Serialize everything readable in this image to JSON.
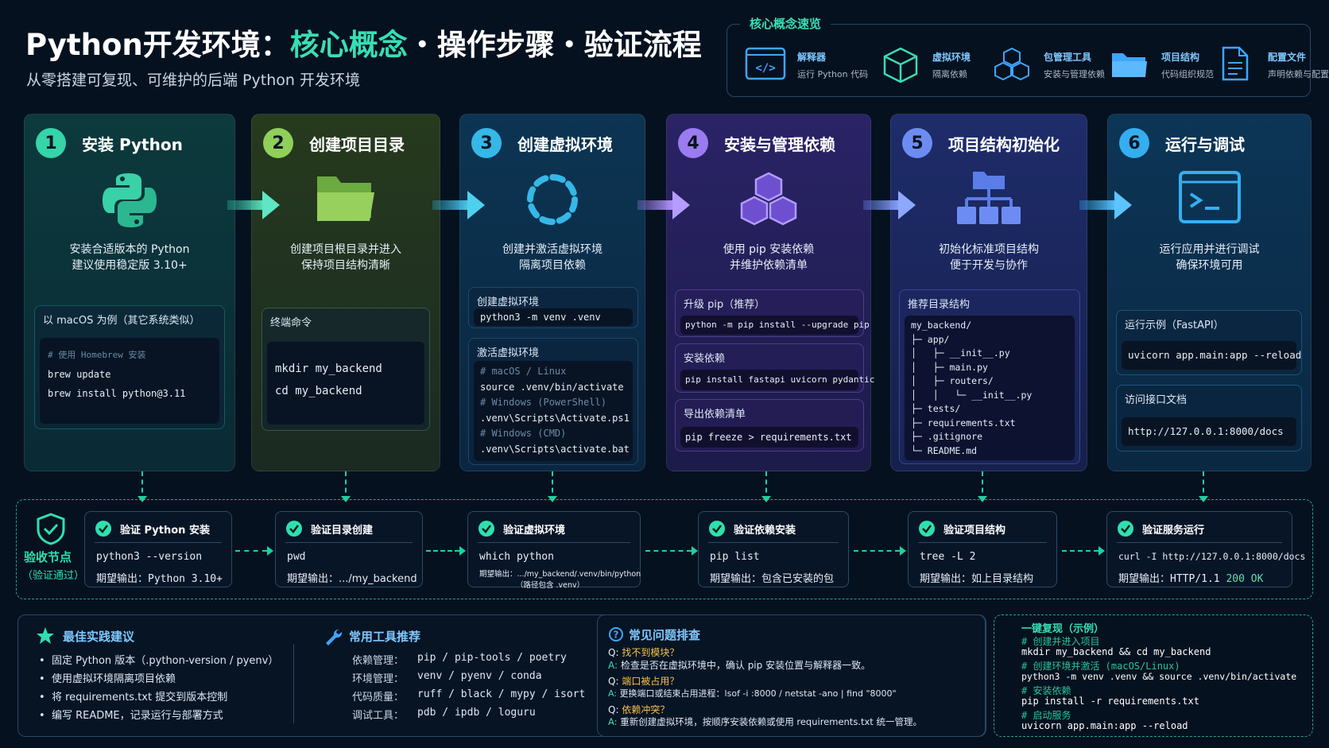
{
  "header": {
    "title_prefix": "Python开发环境：",
    "title_highlight": "核心概念",
    "title_suffix": "・操作步骤・验证流程",
    "subtitle": "从零搭建可复现、可维护的后端 Python 开发环境"
  },
  "concepts": {
    "title": "核心概念速览",
    "items": [
      {
        "name": "解释器",
        "desc": "运行 Python 代码",
        "icon": "code-window-icon"
      },
      {
        "name": "虚拟环境",
        "desc": "隔离依赖",
        "icon": "cube-icon"
      },
      {
        "name": "包管理工具",
        "desc": "安装与管理依赖",
        "icon": "package-cubes-icon"
      },
      {
        "name": "项目结构",
        "desc": "代码组织规范",
        "icon": "folder-icon"
      },
      {
        "name": "配置文件",
        "desc": "声明依赖与配置",
        "icon": "document-icon"
      }
    ]
  },
  "steps": [
    {
      "num": "1",
      "title": "安装 Python",
      "desc1": "安装合适版本的 Python",
      "desc2": "建议使用稳定版 3.10+",
      "color": "#35d4a9",
      "icon": "python-logo-icon",
      "box_title": "以 macOS 为例（其它系统类似）",
      "code": [
        "# 使用 Homebrew 安装",
        "brew update",
        "brew install python@3.11"
      ]
    },
    {
      "num": "2",
      "title": "创建项目目录",
      "desc1": "创建项目根目录并进入",
      "desc2": "保持项目结构清晰",
      "color": "#8fcf5a",
      "icon": "folder-open-icon",
      "box_title": "终端命令",
      "code": [
        "mkdir my_backend",
        "cd my_backend"
      ]
    },
    {
      "num": "3",
      "title": "创建虚拟环境",
      "desc1": "创建并激活虚拟环境",
      "desc2": "隔离项目依赖",
      "color": "#35b7e8",
      "icon": "loop-icon",
      "boxes": [
        {
          "title": "创建虚拟环境",
          "code": [
            "python3 -m venv .venv"
          ]
        },
        {
          "title": "激活虚拟环境",
          "code": [
            "# macOS / Linux",
            "source .venv/bin/activate",
            "# Windows (PowerShell)",
            ".venv\\Scripts\\Activate.ps1",
            "# Windows (CMD)",
            ".venv\\Scripts\\activate.bat"
          ]
        }
      ]
    },
    {
      "num": "4",
      "title": "安装与管理依赖",
      "desc1": "使用 pip 安装依赖",
      "desc2": "并维护依赖清单",
      "color": "#9b7bf0",
      "icon": "package-cubes-icon",
      "boxes": [
        {
          "title": "升级 pip（推荐）",
          "code": [
            "python -m pip install --upgrade pip"
          ]
        },
        {
          "title": "安装依赖",
          "code": [
            "pip install fastapi uvicorn pydantic"
          ]
        },
        {
          "title": "导出依赖清单",
          "code": [
            "pip freeze > requirements.txt"
          ]
        }
      ]
    },
    {
      "num": "5",
      "title": "项目结构初始化",
      "desc1": "初始化标准项目结构",
      "desc2": "便于开发与协作",
      "color": "#6d8cf3",
      "icon": "folder-tree-icon",
      "box_title": "推荐目录结构",
      "tree": [
        "my_backend/",
        "├─ app/",
        "│   ├─ __init__.py",
        "│   ├─ main.py",
        "│   ├─ routers/",
        "│   │   └─ __init__.py",
        "├─ tests/",
        "├─ requirements.txt",
        "├─ .gitignore",
        "└─ README.md"
      ]
    },
    {
      "num": "6",
      "title": "运行与调试",
      "desc1": "运行应用并进行调试",
      "desc2": "确保环境可用",
      "color": "#35aef0",
      "icon": "terminal-icon",
      "boxes": [
        {
          "title": "运行示例（FastAPI）",
          "code": [
            "uvicorn app.main:app --reload"
          ]
        },
        {
          "title": "访问接口文档",
          "code": [
            "http://127.0.0.1:8000/docs"
          ]
        }
      ]
    }
  ],
  "verify": {
    "label": "验收节点",
    "sub": "（验证通过）",
    "items": [
      {
        "title": "验证 Python 安装",
        "cmd": "python3 --version",
        "exp_label": "期望输出：",
        "exp": "Python 3.10+"
      },
      {
        "title": "验证目录创建",
        "cmd": "pwd",
        "exp_label": "期望输出：",
        "exp": ".../my_backend"
      },
      {
        "title": "验证虚拟环境",
        "cmd": "which python",
        "exp_label": "期望输出：",
        "exp": ".../my_backend/.venv/bin/python",
        "exp2": "（路径包含 .venv）"
      },
      {
        "title": "验证依赖安装",
        "cmd": "pip list",
        "exp_label": "期望输出：",
        "exp": "包含已安装的包"
      },
      {
        "title": "验证项目结构",
        "cmd": "tree -L 2",
        "exp_label": "期望输出：",
        "exp": "如上目录结构"
      },
      {
        "title": "验证服务运行",
        "cmd": "curl -I http://127.0.0.1:8000/docs",
        "exp_label": "期望输出：",
        "exp": "HTTP/1.1 ",
        "exp_ok": "200 OK"
      }
    ]
  },
  "best": {
    "title": "最佳实践建议",
    "items": [
      "固定 Python 版本（.python-version / pyenv）",
      "使用虚拟环境隔离项目依赖",
      "将 requirements.txt 提交到版本控制",
      "编写 README，记录运行与部署方式"
    ]
  },
  "tools": {
    "title": "常用工具推荐",
    "items": [
      {
        "k": "依赖管理：",
        "v": "pip / pip-tools / poetry"
      },
      {
        "k": "环境管理：",
        "v": "venv / pyenv / conda"
      },
      {
        "k": "代码质量：",
        "v": "ruff / black / mypy / isort"
      },
      {
        "k": "调试工具：",
        "v": "pdb / ipdb / loguru"
      }
    ]
  },
  "faq": {
    "title": "常见问题排查",
    "items": [
      {
        "q": "找不到模块？",
        "a": "检查是否在虚拟环境中，确认 pip 安装位置与解释器一致。"
      },
      {
        "q": "端口被占用？",
        "a": "更换端口或结束占用进程：lsof -i :8000 / netstat -ano | find \"8000\""
      },
      {
        "q": "依赖冲突？",
        "a": "重新创建虚拟环境，按顺序安装依赖或使用 requirements.txt 统一管理。"
      }
    ]
  },
  "repro": {
    "title": "一键复现（示例）",
    "lines": [
      {
        "t": "# 创建并进入项目",
        "c": true
      },
      {
        "t": "mkdir my_backend && cd my_backend",
        "c": false
      },
      {
        "t": "# 创建环境并激活 (macOS/Linux)",
        "c": true
      },
      {
        "t": "python3 -m venv .venv && source .venv/bin/activate",
        "c": false
      },
      {
        "t": "# 安装依赖",
        "c": true
      },
      {
        "t": "pip install -r requirements.txt",
        "c": false
      },
      {
        "t": "# 启动服务",
        "c": true
      },
      {
        "t": "uvicorn app.main:app --reload",
        "c": false
      }
    ]
  }
}
